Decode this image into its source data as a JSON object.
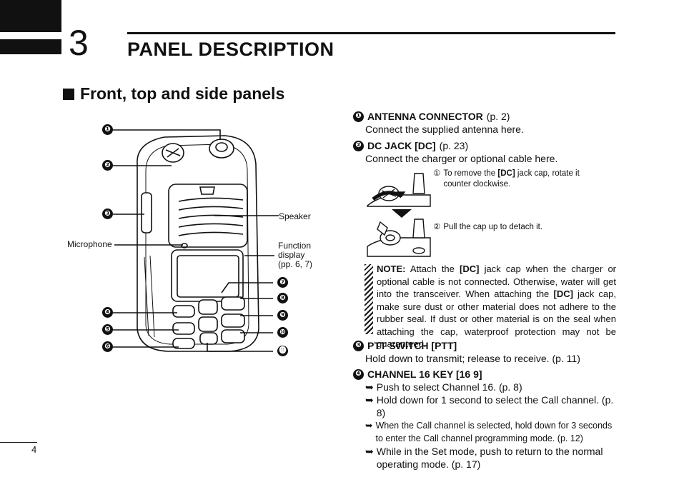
{
  "header": {
    "chapter_number": "3",
    "chapter_title": "PANEL DESCRIPTION"
  },
  "section_title": "Front, top and side panels",
  "diagram": {
    "callout_numbers": [
      "❶",
      "❷",
      "❸",
      "❹",
      "❺",
      "❻",
      "❼",
      "❽",
      "❾",
      "❿",
      "⓫"
    ],
    "labels": {
      "speaker": "Speaker",
      "microphone": "Microphone",
      "function_display_1": "Function",
      "function_display_2": "display",
      "function_display_3": "(pp. 6, 7)"
    }
  },
  "items": {
    "antenna": {
      "num": "❶",
      "title": "ANTENNA CONNECTOR",
      "ref": "(p. 2)",
      "body": "Connect the supplied antenna here."
    },
    "dcjack": {
      "num": "❷",
      "title": "DC JACK [DC]",
      "ref": "(p. 23)",
      "body": "Connect the charger or optional cable here.",
      "step1_num": "①",
      "step1_a": "To remove the ",
      "step1_b": "[DC]",
      "step1_c": " jack cap, rotate it",
      "step1_d": "counter clockwise.",
      "step2_num": "②",
      "step2": "Pull the cap up to detach it."
    },
    "note": {
      "label": "NOTE:",
      "t1": " Attach the ",
      "t2": "[DC]",
      "t3": " jack cap when the charger or optional cable is not connected. Otherwise, water will get into the transceiver. When attaching the ",
      "t4": "[DC]",
      "t5": " jack cap, make sure dust or other material does not adhere to the rubber seal. If dust or other material is on the seal when attaching the cap, waterproof protection may not be guaranteed."
    },
    "ptt": {
      "num": "❸",
      "title": "PTT SWITCH [PTT]",
      "body": "Hold down to transmit; release to receive. (p. 11)"
    },
    "ch16": {
      "num": "❹",
      "title": "CHANNEL 16 KEY [16 9]",
      "arrow": "➥",
      "bullets": [
        "Push to select Channel 16. (p. 8)",
        "Hold down for 1 second to select the Call channel. (p. 8)",
        "When the Call channel is selected, hold down for 3 seconds to enter the Call channel programming mode. (p. 12)",
        "While in the Set mode, push to return to the normal operating mode. (p. 17)"
      ]
    }
  },
  "footer": {
    "page_number": "4"
  }
}
